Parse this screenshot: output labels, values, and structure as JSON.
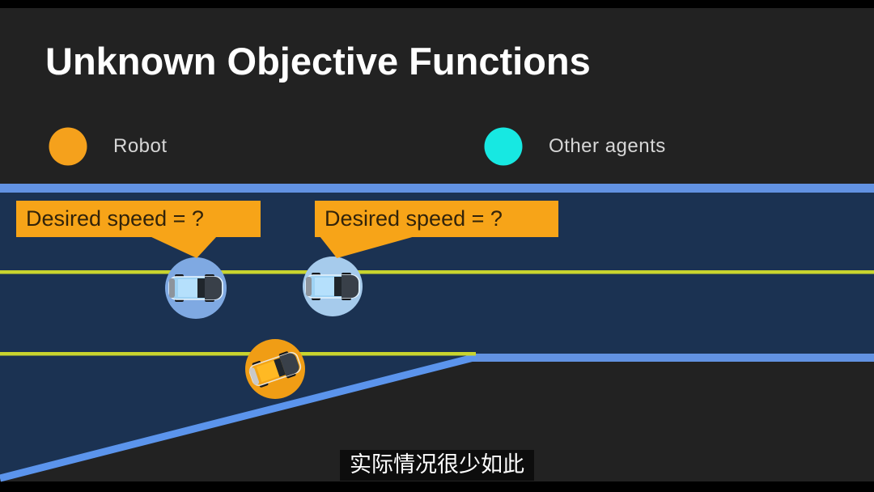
{
  "slide": {
    "title": "Unknown Objective Functions",
    "subtitle_caption": "实际情况很少如此"
  },
  "legend": {
    "items": [
      {
        "name": "robot",
        "label": "Robot",
        "color": "#f5a11c"
      },
      {
        "name": "other-agents",
        "label": "Other agents",
        "color": "#17e8e2"
      }
    ]
  },
  "bubbles": [
    {
      "text": "Desired speed = ?",
      "color": "#f7a418",
      "text_color": "#32230a"
    },
    {
      "text": "Desired speed = ?",
      "color": "#f7a418",
      "text_color": "#32230a"
    }
  ],
  "scene": {
    "road_color": "#1b3252",
    "road_edge_color": "#6292e2",
    "merge_edge_color": "#5b94ec",
    "lane_line_color": "#c9d42e",
    "robot_circle_color": "#f09d15",
    "agent_circle_colors": [
      "#7fa9e2",
      "#a6cbec"
    ],
    "agent_car_body_color": "#9ed2f4",
    "robot_car_body_color": "#f2a416"
  }
}
